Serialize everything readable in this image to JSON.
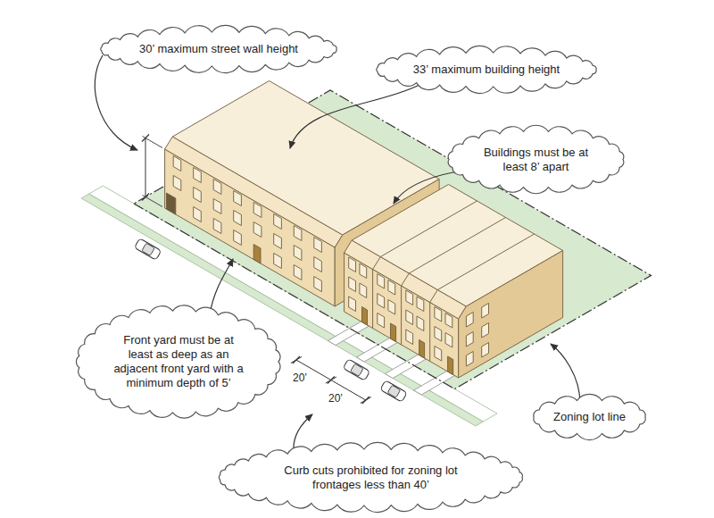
{
  "diagram": {
    "nodes": [
      {
        "text": [
          "30’ maximum street wall height"
        ]
      },
      {
        "text": [
          "33’ maximum building height"
        ]
      },
      {
        "text": [
          "Buildings must be at least 8’ apart"
        ]
      },
      {
        "text": [
          "Front yard must be at least as deep as an adjacent front yard with a minimum depth of 5’"
        ]
      },
      {
        "text": [
          "Zoning lot line"
        ]
      },
      {
        "text": [
          "Curb cuts prohibited for zoning lot frontages less than 40’"
        ]
      }
    ],
    "labels": [
      "20’",
      "20’"
    ]
  }
}
